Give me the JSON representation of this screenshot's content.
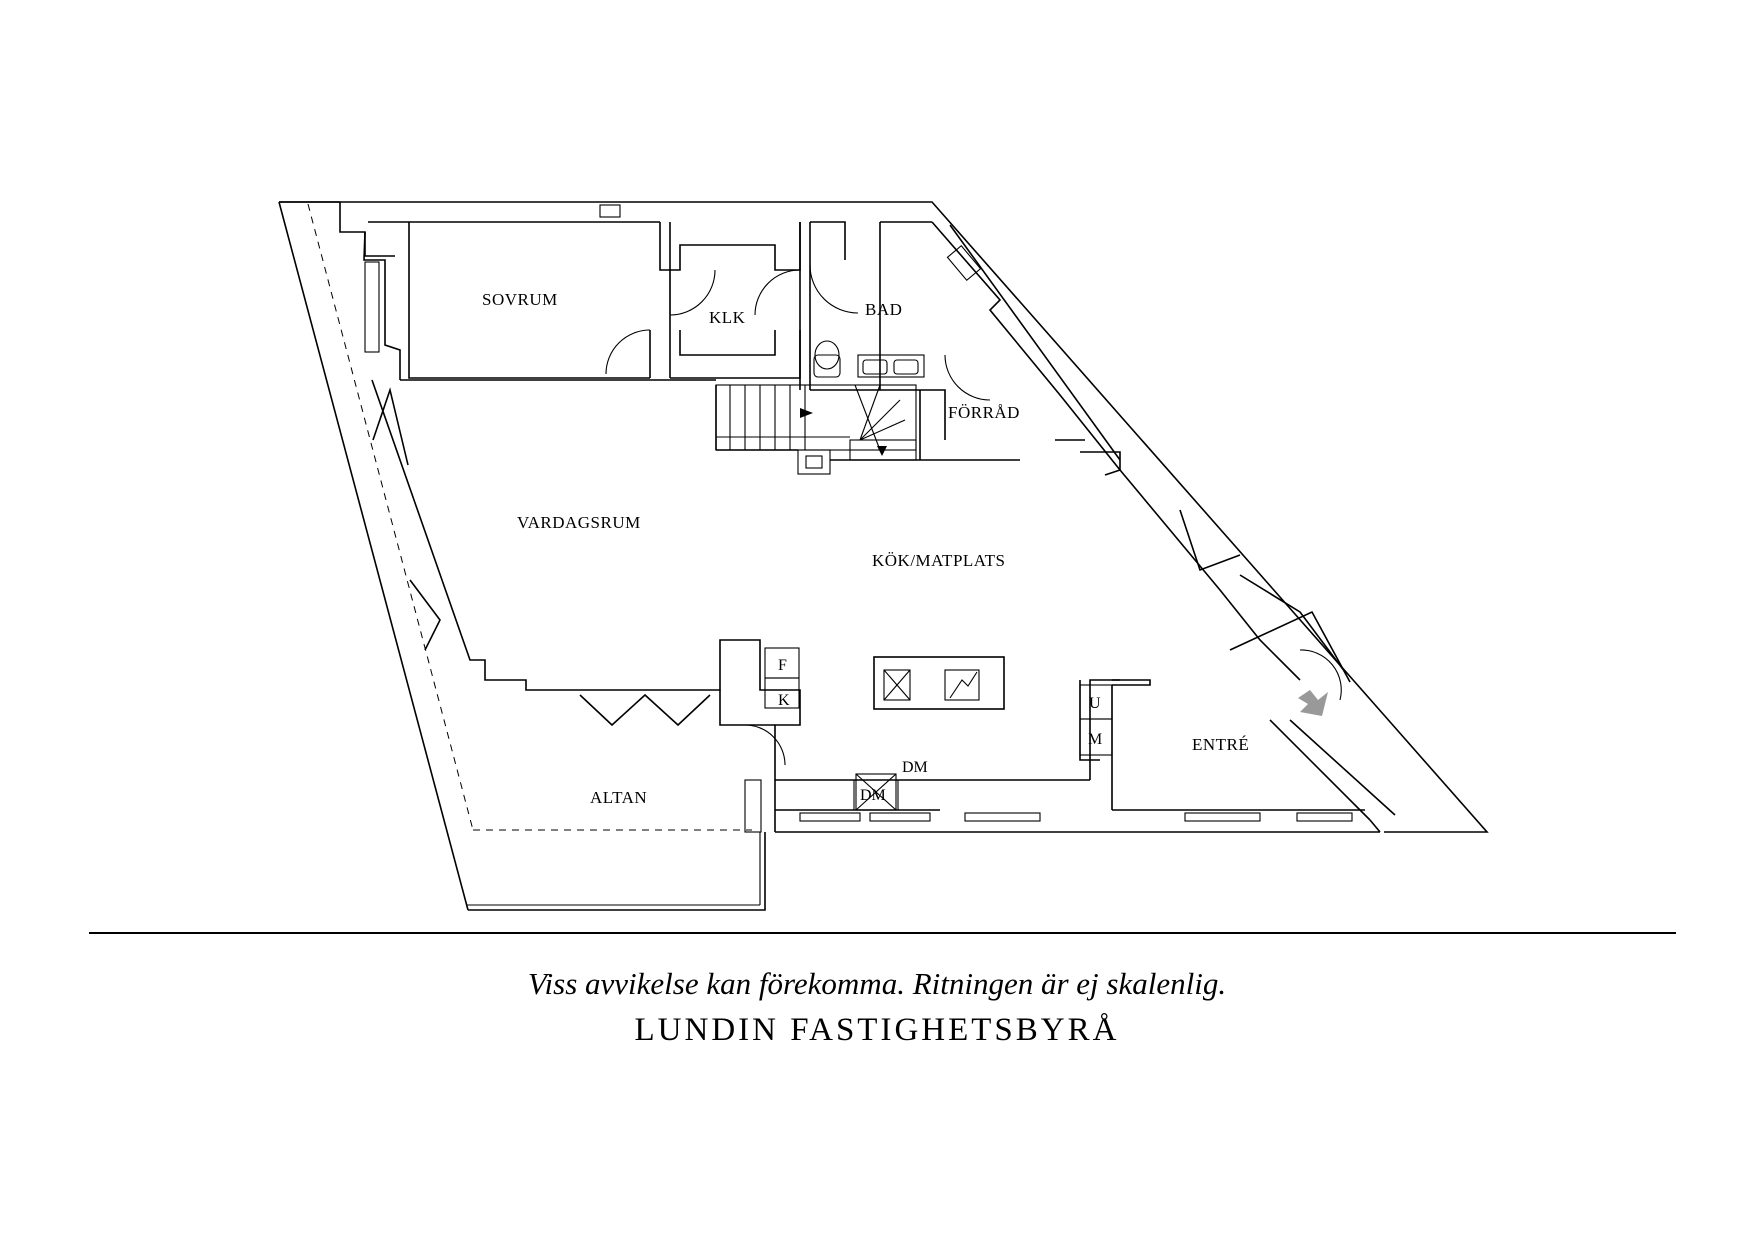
{
  "rooms": {
    "sovrum": "SOVRUM",
    "klk": "KLK",
    "bad": "BAD",
    "forrad": "FÖRRÅD",
    "vardagsrum": "VARDAGSRUM",
    "kok": "KÖK/MATPLATS",
    "entre": "ENTRÉ",
    "altan": "ALTAN"
  },
  "appliances": {
    "fridge": "F",
    "freezer": "K",
    "washer": "U",
    "microwave": "M",
    "dishwasher_top": "DM",
    "dishwasher_side": "DM"
  },
  "footer": {
    "disclaimer": "Viss avvikelse kan förekomma. Ritningen är ej skalenlig.",
    "company": "LUNDIN FASTIGHETSBYRÅ"
  }
}
